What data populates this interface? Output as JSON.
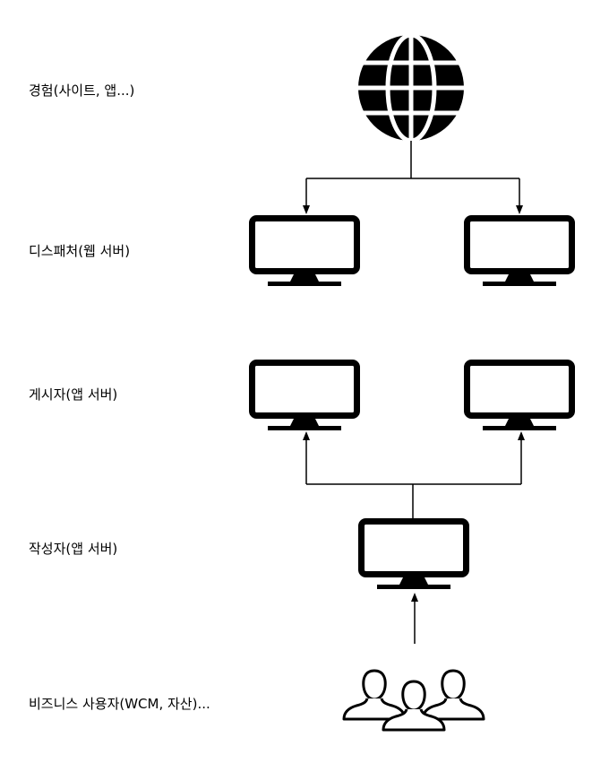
{
  "layers": [
    {
      "id": "experience",
      "label": "경험(사이트, 앱...)",
      "icon": "globe-icon"
    },
    {
      "id": "dispatcher",
      "label": "디스패처(웹 서버)",
      "icon": "monitor-icon"
    },
    {
      "id": "publisher",
      "label": "게시자(앱 서버)",
      "icon": "monitor-icon"
    },
    {
      "id": "author",
      "label": "작성자(앱 서버)",
      "icon": "monitor-icon"
    },
    {
      "id": "users",
      "label": "비즈니스 사용자(WCM, 자산)...",
      "icon": "users-group-icon"
    }
  ],
  "colors": {
    "foreground": "#000000",
    "background": "#ffffff"
  }
}
